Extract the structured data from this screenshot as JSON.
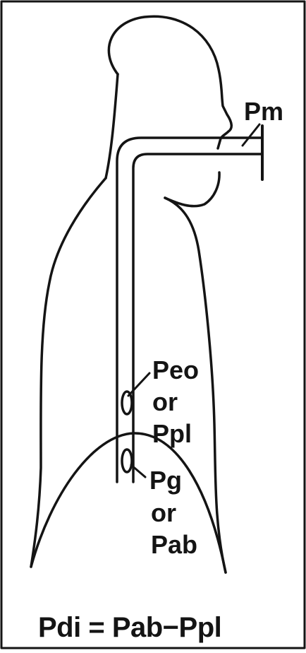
{
  "labels": {
    "mouth": "Pm",
    "esophageal": [
      "Peo",
      "or",
      "Ppl"
    ],
    "gastric": [
      "Pg",
      "or",
      "Pab"
    ],
    "equation": "Pdi = Pab−Ppl"
  },
  "colors": {
    "ink": "#141414",
    "background": "#ffffff"
  }
}
